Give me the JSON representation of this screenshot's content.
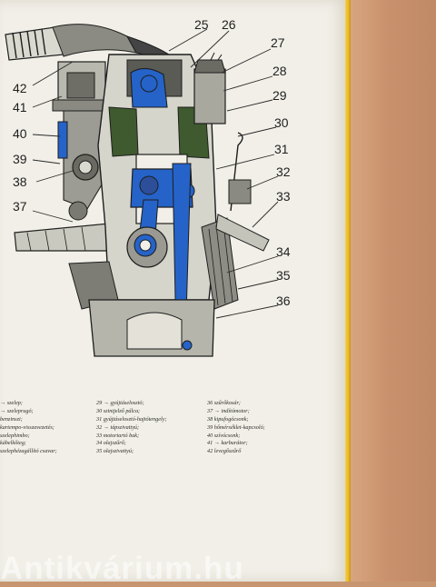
{
  "figure": {
    "labels": [
      "25",
      "26",
      "27",
      "28",
      "29",
      "30",
      "31",
      "32",
      "33",
      "34",
      "35",
      "36",
      "37",
      "38",
      "39",
      "40",
      "41",
      "42"
    ]
  },
  "legend": {
    "col1": [
      "→ szelep;",
      "→ szeleprugó;",
      "benzinszi;",
      "kartempo-visszavezetés;",
      "szelephimbo;",
      "kábelkőteg;",
      "szelephézagállító csavar;"
    ],
    "col2": [
      "29 → gyújtáselosztó;",
      "30 szintjelző pálca;",
      "31 gyújtáselosztó-hajtótengely;",
      "32 → tápszivattyú;",
      "33 motortartó bak;",
      "34 olajszűrő;",
      "35 olajszivattyú;"
    ],
    "col3": [
      "36 szűrőkosár;",
      "37 → indítómotor;",
      "38 kipufogócsonk;",
      "39 hőmérséklet-kapcsoló;",
      "40 szívócsonk;",
      "41 → karburátor;",
      "42 levegőszűrő"
    ]
  },
  "watermark": "Antikvárium.hu",
  "colors": {
    "blue": "#2563c8",
    "green": "#3f5a2e",
    "ink": "#1e1e1e",
    "page": "#f1efe7"
  }
}
